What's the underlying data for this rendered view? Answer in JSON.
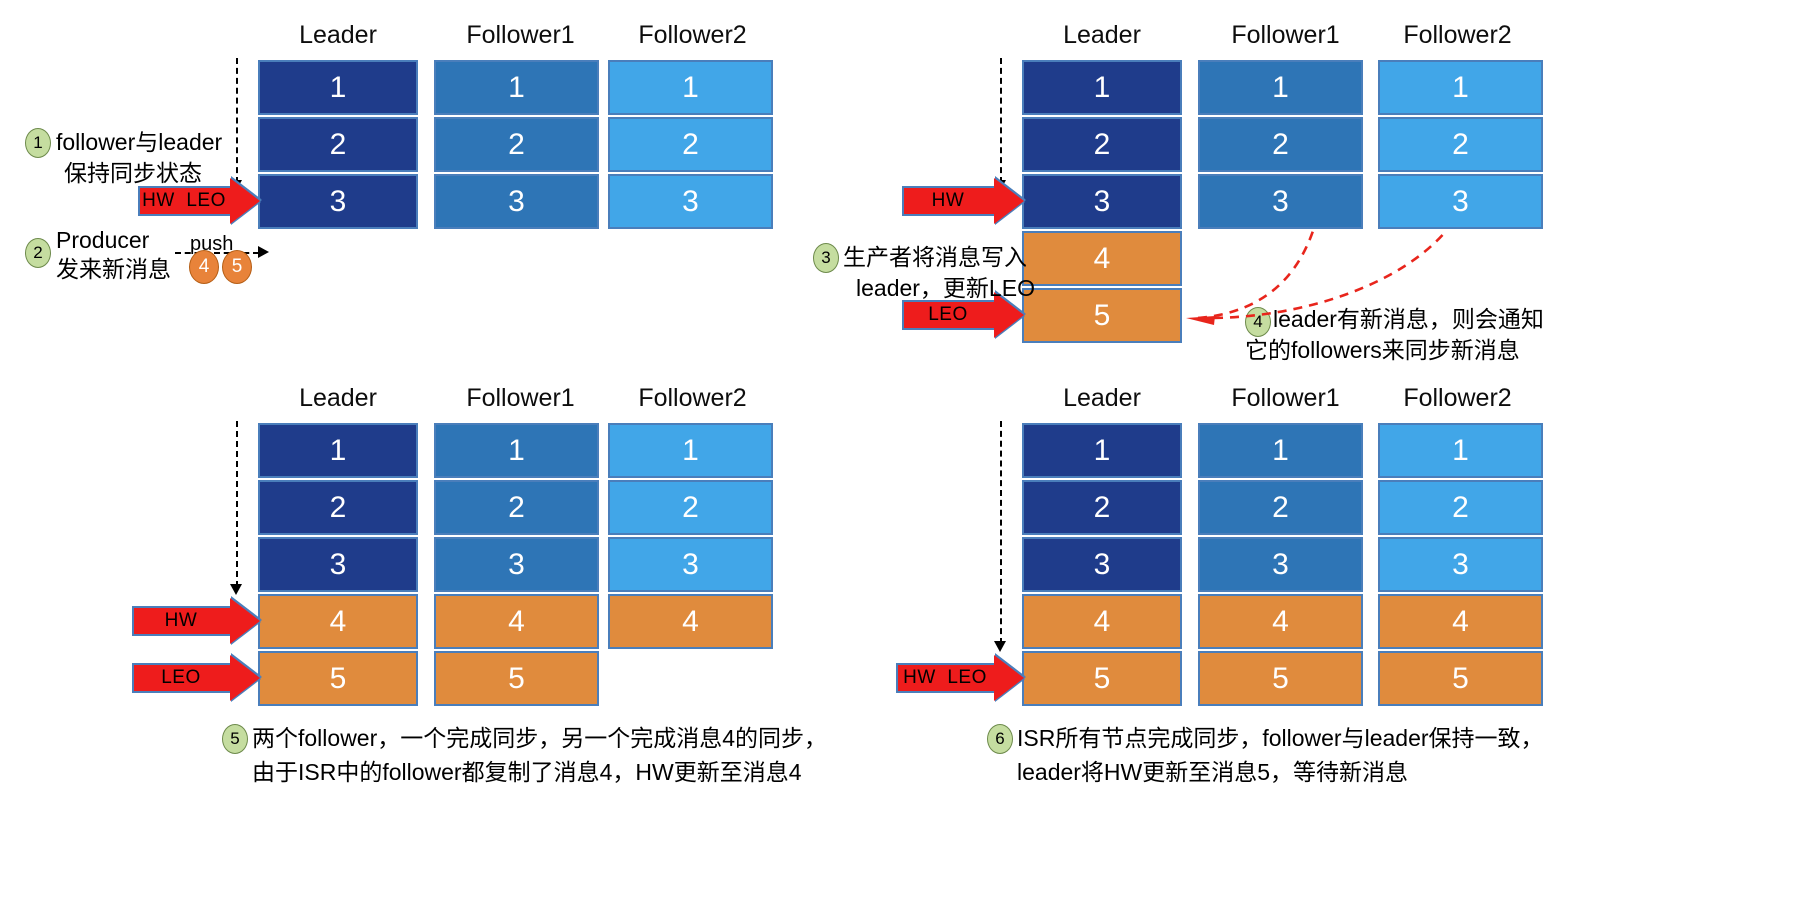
{
  "diagram": {
    "title": "Kafka HW / LEO replication sync",
    "column_headers": [
      "Leader",
      "Follower1",
      "Follower2"
    ],
    "colors": {
      "leader": "#1F3C8B",
      "follower1": "#2E75B6",
      "follower2": "#41A6E8",
      "new_message": "#E08B3D",
      "cell_border": "#4A7EBB",
      "marker_arrow": "#EE1C1C",
      "bullet_green": "#C5DDA0",
      "bullet_orange": "#E8833A"
    }
  },
  "panels": [
    {
      "id": "panel-1",
      "headers": [
        "Leader",
        "Follower1",
        "Follower2"
      ],
      "leader": [
        "1",
        "2",
        "3"
      ],
      "follower1": [
        "1",
        "2",
        "3"
      ],
      "follower2": [
        "1",
        "2",
        "3"
      ],
      "markers": [
        {
          "label": "HW  LEO",
          "row": 3
        }
      ],
      "notes": [
        {
          "num": "1",
          "lines": [
            "follower与leader",
            "保持同步状态"
          ]
        },
        {
          "num": "2",
          "lines": [
            "Producer",
            "发来新消息"
          ]
        }
      ],
      "push_label": "push",
      "pending": [
        "4",
        "5"
      ]
    },
    {
      "id": "panel-2",
      "headers": [
        "Leader",
        "Follower1",
        "Follower2"
      ],
      "leader": [
        "1",
        "2",
        "3",
        "4",
        "5"
      ],
      "follower1": [
        "1",
        "2",
        "3"
      ],
      "follower2": [
        "1",
        "2",
        "3"
      ],
      "markers": [
        {
          "label": "HW",
          "row": 3
        },
        {
          "label": "LEO",
          "row": 5
        }
      ],
      "notes": [
        {
          "num": "3",
          "lines": [
            "生产者将消息写入",
            "leader，更新LEO"
          ]
        },
        {
          "num": "4",
          "lines": [
            "leader有新消息，则会通知",
            "它的followers来同步新消息"
          ]
        }
      ]
    },
    {
      "id": "panel-3",
      "headers": [
        "Leader",
        "Follower1",
        "Follower2"
      ],
      "leader": [
        "1",
        "2",
        "3",
        "4",
        "5"
      ],
      "follower1": [
        "1",
        "2",
        "3",
        "4",
        "5"
      ],
      "follower2": [
        "1",
        "2",
        "3",
        "4"
      ],
      "markers": [
        {
          "label": "HW",
          "row": 4
        },
        {
          "label": "LEO",
          "row": 5
        }
      ],
      "caption": {
        "num": "5",
        "lines": [
          "两个follower，一个完成同步，另一个完成消息4的同步，",
          "由于ISR中的follower都复制了消息4，HW更新至消息4"
        ]
      }
    },
    {
      "id": "panel-4",
      "headers": [
        "Leader",
        "Follower1",
        "Follower2"
      ],
      "leader": [
        "1",
        "2",
        "3",
        "4",
        "5"
      ],
      "follower1": [
        "1",
        "2",
        "3",
        "4",
        "5"
      ],
      "follower2": [
        "1",
        "2",
        "3",
        "4",
        "5"
      ],
      "markers": [
        {
          "label": "HW  LEO",
          "row": 5
        }
      ],
      "caption": {
        "num": "6",
        "lines": [
          "ISR所有节点完成同步，follower与leader保持一致，",
          "leader将HW更新至消息5，等待新消息"
        ]
      }
    }
  ]
}
